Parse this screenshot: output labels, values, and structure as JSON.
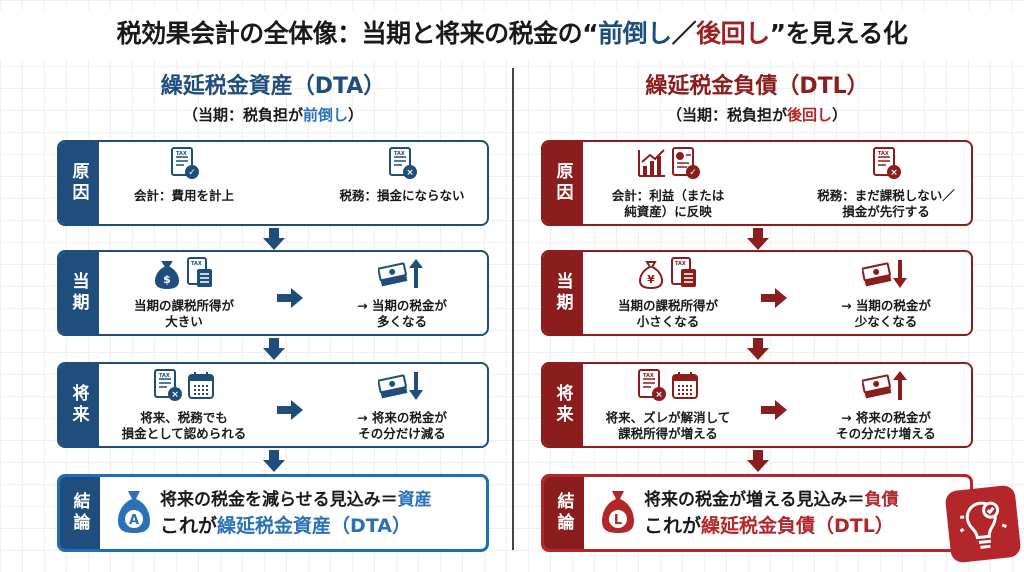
{
  "title": {
    "prefix": "税効果会計の全体像：当期と将来の税金の“",
    "front": "前倒し",
    "slash": "／",
    "back": "後回し",
    "suffix": "”を見える化"
  },
  "colors": {
    "blue": "#1f4e7d",
    "blue_accent": "#2a72b5",
    "red": "#8b1d1d",
    "red_accent": "#b3262a"
  },
  "columns": [
    {
      "key": "dta",
      "heading": "繰延税金資産（DTA）",
      "sub_prefix": "（当期：税負担が",
      "sub_emph": "前倒し",
      "sub_suffix": "）",
      "rows": [
        {
          "tab": "原因",
          "left": {
            "icons": [
              "expense-document-check-icon"
            ],
            "text": "会計：費用を計上"
          },
          "right": {
            "icons": [
              "tax-document-x-icon"
            ],
            "text": "税務：損金にならない"
          }
        },
        {
          "tab": "当期",
          "left": {
            "icons": [
              "money-bag-dollar-icon",
              "tax-calculator-icon"
            ],
            "text": "当期の課税所得が\n大きい"
          },
          "right": {
            "icons": [
              "cash-stack-up-icon"
            ],
            "text": "→ 当期の税金が\n多くなる"
          }
        },
        {
          "tab": "将来",
          "left": {
            "icons": [
              "tax-document-check-icon",
              "calendar-icon"
            ],
            "text": "将来、税務でも\n損金として認められる"
          },
          "right": {
            "icons": [
              "cash-stack-down-icon"
            ],
            "text": "→ 将来の税金が\nその分だけ減る"
          }
        }
      ],
      "conclusion": {
        "tab": "結論",
        "badge": "A",
        "line1": "将来の税金を減らせる見込み＝",
        "line1_emph": "資産",
        "line2": "これが",
        "line2_emph": "繰延税金資産（DTA）"
      }
    },
    {
      "key": "dtl",
      "heading": "繰延税金負債（DTL）",
      "sub_prefix": "（当期：税負担が",
      "sub_emph": "後回し",
      "sub_suffix": "）",
      "rows": [
        {
          "tab": "原因",
          "left": {
            "icons": [
              "bar-chart-up-icon",
              "report-check-icon"
            ],
            "text": "会計：利益（または\n純資産）に反映"
          },
          "right": {
            "icons": [
              "tax-document-pause-icon"
            ],
            "text": "税務：まだ課税しない／\n損金が先行する"
          }
        },
        {
          "tab": "当期",
          "left": {
            "icons": [
              "money-bag-yen-icon",
              "tax-calculator-icon"
            ],
            "text": "当期の課税所得が\n小さくなる"
          },
          "right": {
            "icons": [
              "cash-stack-down-icon"
            ],
            "text": "→ 当期の税金が\n少なくなる"
          }
        },
        {
          "tab": "将来",
          "left": {
            "icons": [
              "tax-document-money-icon",
              "calendar-icon"
            ],
            "text": "将来、ズレが解消して\n課税所得が増える"
          },
          "right": {
            "icons": [
              "cash-stack-up-icon"
            ],
            "text": "→ 将来の税金が\nその分だけ増える"
          }
        }
      ],
      "conclusion": {
        "tab": "結論",
        "badge": "L",
        "line1": "将来の税金が増える見込み＝",
        "line1_emph": "負債",
        "line2": "これが",
        "line2_emph": "繰延税金負債（DTL）"
      }
    }
  ]
}
